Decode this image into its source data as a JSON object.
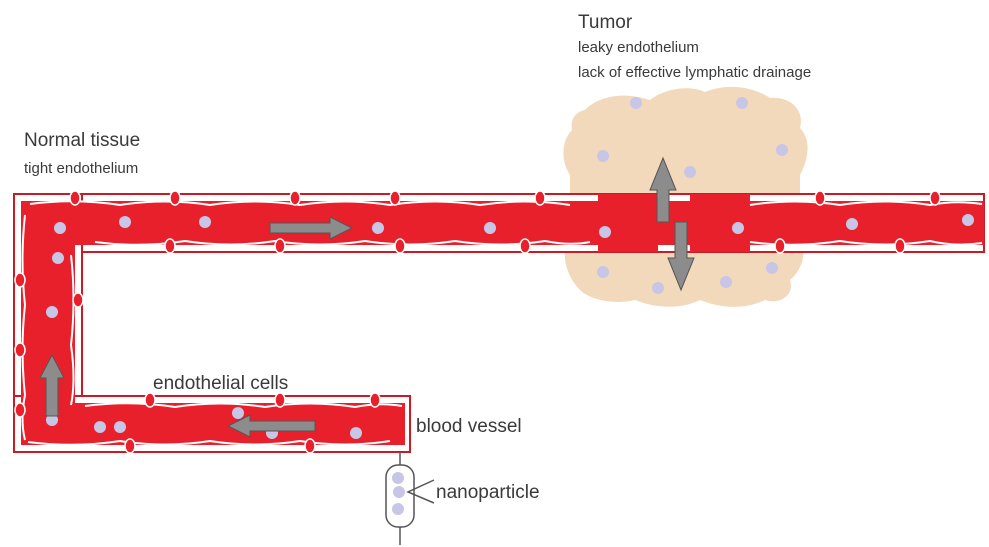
{
  "labels": {
    "tumor": "Tumor",
    "tumor_line1": "leaky endothelium",
    "tumor_line2": "lack of effective lymphatic drainage",
    "normal": "Normal tissue",
    "normal_sub": "tight endothelium",
    "endothelial": "endothelial cells",
    "vessel": "blood vessel",
    "nanoparticle": "nanoparticle"
  },
  "colors": {
    "blood": "#e8202c",
    "tumor": "#f3d9bb",
    "particle": "#c8c6e6",
    "arrow": "#8c8c8c",
    "endothelium_line": "#cc1a24"
  }
}
